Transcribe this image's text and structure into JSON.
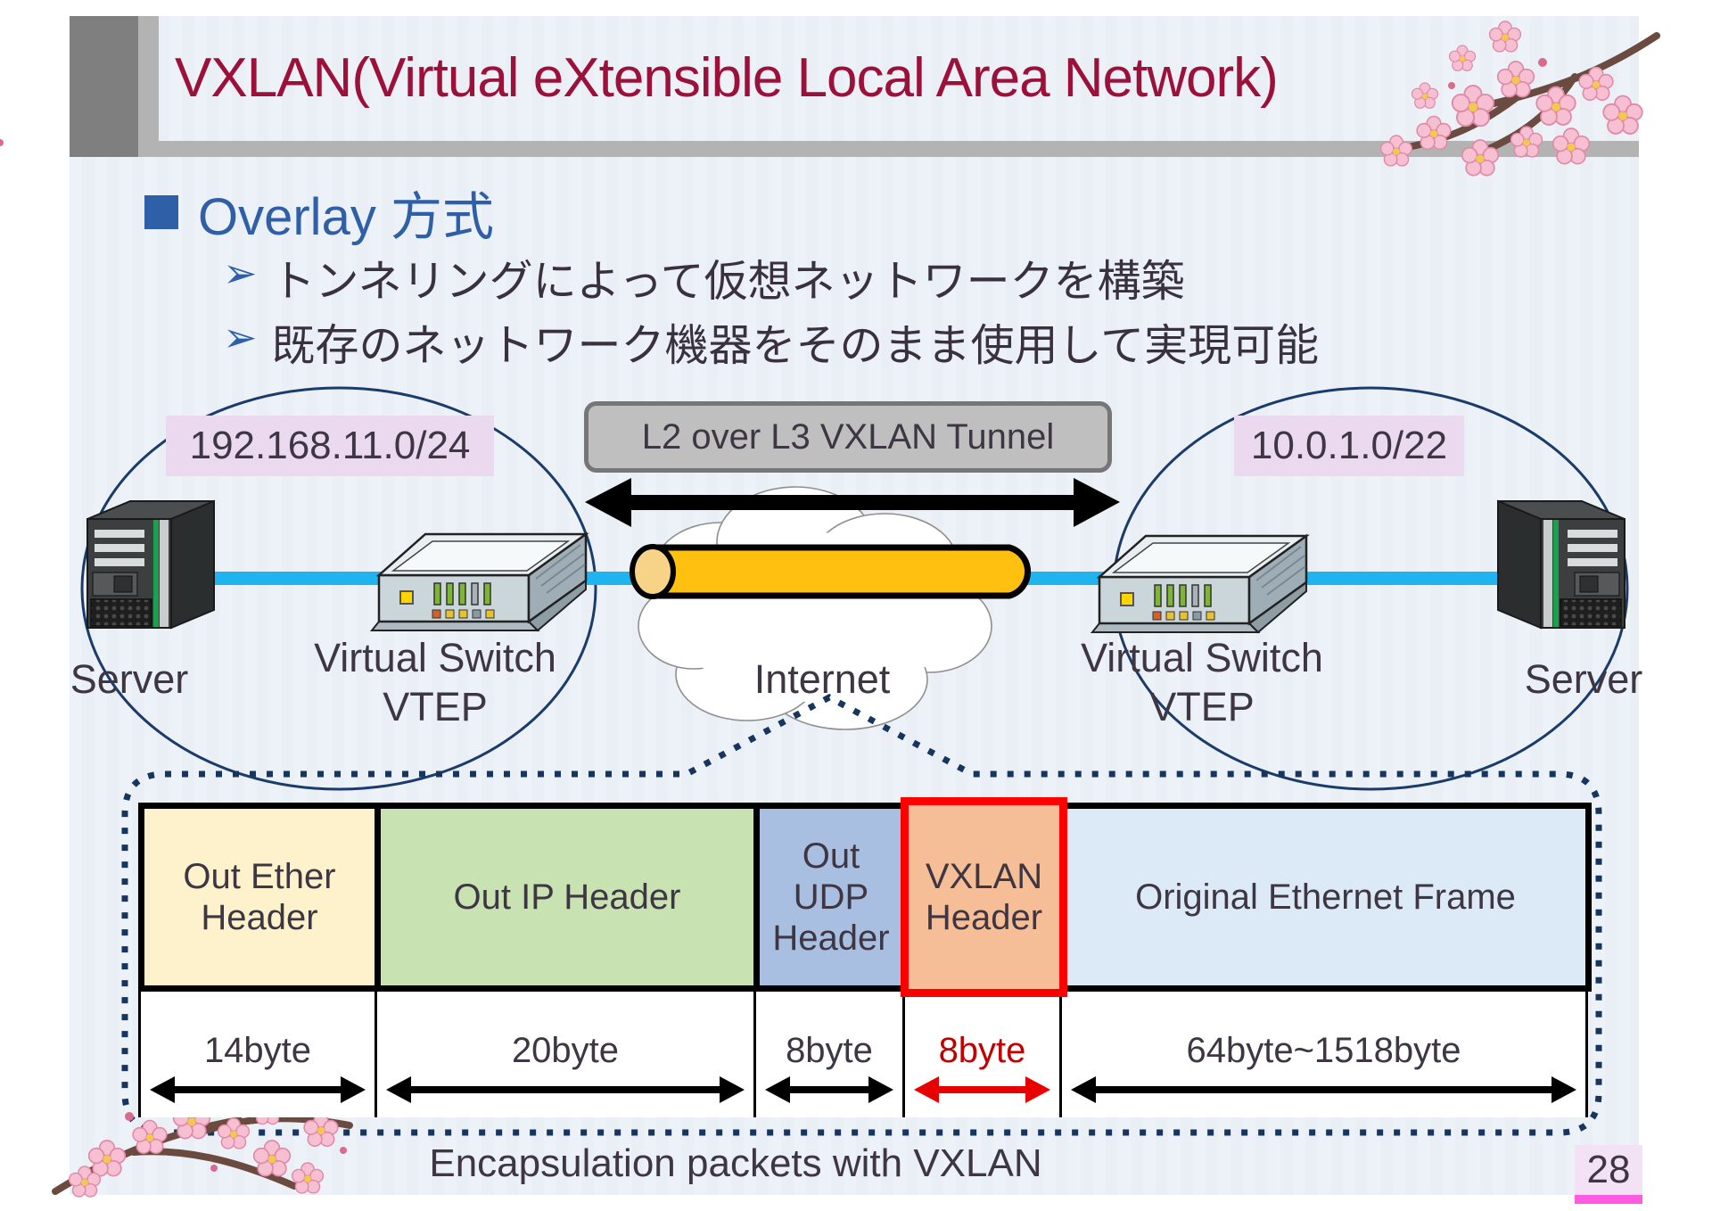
{
  "slide": {
    "title": "VXLAN(Virtual eXtensible Local Area Network)",
    "page_number": "28",
    "caption": "Encapsulation packets with VXLAN"
  },
  "heading": {
    "text": "Overlay 方式"
  },
  "bullets": [
    {
      "marker": "➢",
      "text": "トンネリングによって仮想ネットワークを構築"
    },
    {
      "marker": "➢",
      "text": "既存のネットワーク機器をそのまま使用して実現可能"
    }
  ],
  "network": {
    "left_subnet": "192.168.11.0/24",
    "right_subnet": "10.0.1.0/22",
    "tunnel_label": "L2 over L3 VXLAN Tunnel",
    "internet_label": "Internet",
    "left_switch_label": "Virtual Switch",
    "left_switch_sublabel": "VTEP",
    "right_switch_label": "Virtual Switch",
    "right_switch_sublabel": "VTEP",
    "left_server_label": "Server",
    "right_server_label": "Server"
  },
  "packet": {
    "fields": [
      {
        "label": "Out Ether Header",
        "size": "14byte",
        "color": "#FDF2CC",
        "highlight": false
      },
      {
        "label": "Out IP Header",
        "size": "20byte",
        "color": "#C9E2B2",
        "highlight": false
      },
      {
        "label": "Out UDP Header",
        "size": "8byte",
        "color": "#A9BFE2",
        "highlight": false
      },
      {
        "label": "VXLAN Header",
        "size": "8byte",
        "color": "#F5BE97",
        "highlight": true
      },
      {
        "label": "Original Ethernet Frame",
        "size": "64byte~1518byte",
        "color": "#DCE9F6",
        "highlight": false
      }
    ]
  },
  "colors": {
    "title": "#9C1139",
    "heading_blue": "#2F5FA7",
    "body_text": "#3E3743",
    "subnet_bg": "#EBD9F0",
    "tunnel_box_bg": "#BFBFBF",
    "cyan_link": "#1FB4F0",
    "tunnel_pipe": "#FFC010",
    "navy_outline": "#1B3C6B",
    "highlight_red": "#FF0000",
    "page_badge_bg": "#F3E1F6",
    "page_badge_bar": "#FF5BE0"
  }
}
